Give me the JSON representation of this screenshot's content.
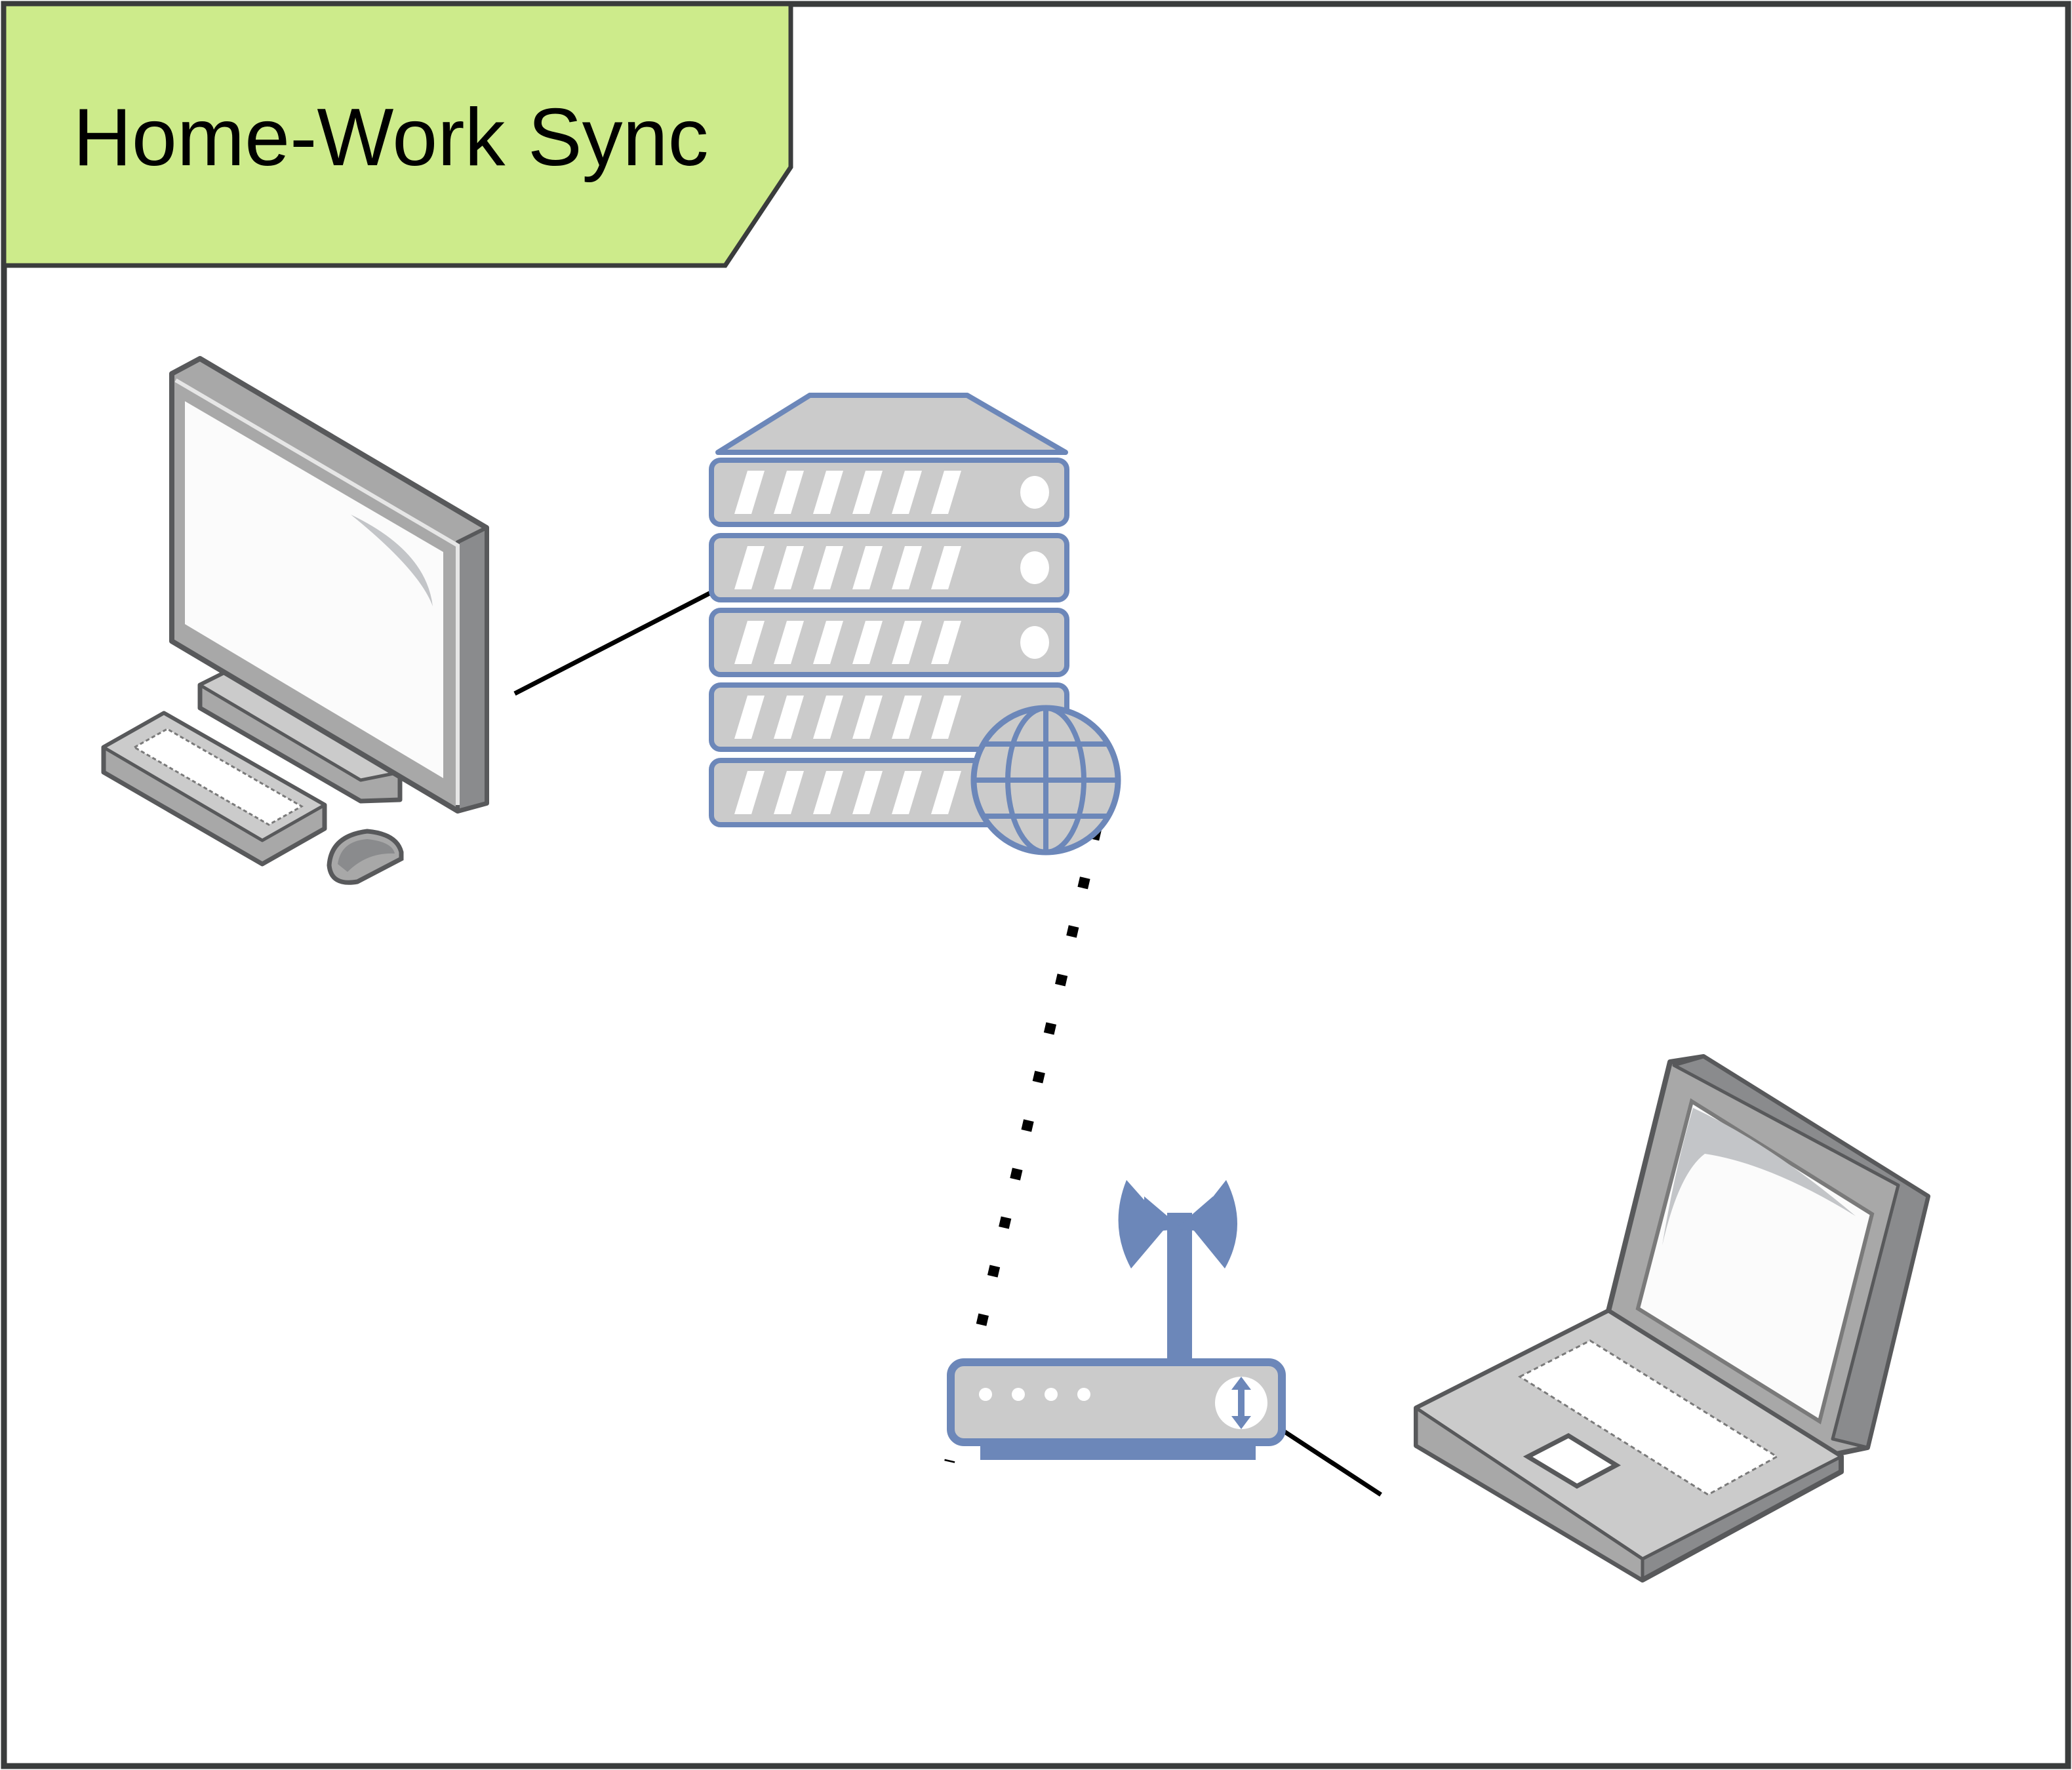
{
  "title": "Home-Work Sync",
  "colors": {
    "frame_border": "#3a3c3c",
    "title_fill": "#cdeb8b",
    "device_blue": "#6c87b9",
    "device_gray_light": "#cbcbcb",
    "device_gray_mid": "#a8a8a8",
    "device_gray_dark": "#8a8b8d",
    "device_outline": "#58595b",
    "screen": "#fbfbfb",
    "connector": "#000000"
  },
  "nodes": [
    {
      "id": "desktop",
      "icon": "desktop-computer-icon"
    },
    {
      "id": "server",
      "icon": "web-server-icon"
    },
    {
      "id": "router",
      "icon": "wireless-router-icon"
    },
    {
      "id": "laptop",
      "icon": "laptop-icon"
    }
  ],
  "edges": [
    {
      "from": "desktop",
      "to": "server",
      "style": "solid"
    },
    {
      "from": "server",
      "to": "router",
      "style": "dotted"
    },
    {
      "from": "router",
      "to": "laptop",
      "style": "solid"
    }
  ]
}
